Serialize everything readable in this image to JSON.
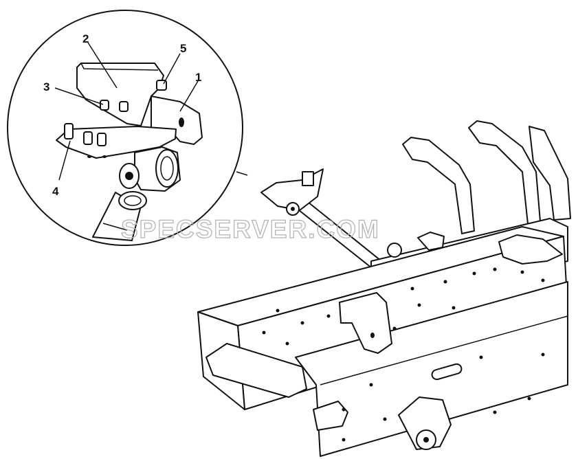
{
  "callouts": {
    "c1": "1",
    "c2": "2",
    "c3": "3",
    "c4": "4",
    "c5": "5"
  },
  "watermark": "SPECSERVER.COM",
  "colors": {
    "line": "#111111",
    "background": "#ffffff",
    "watermark": "#b4b4b4"
  }
}
